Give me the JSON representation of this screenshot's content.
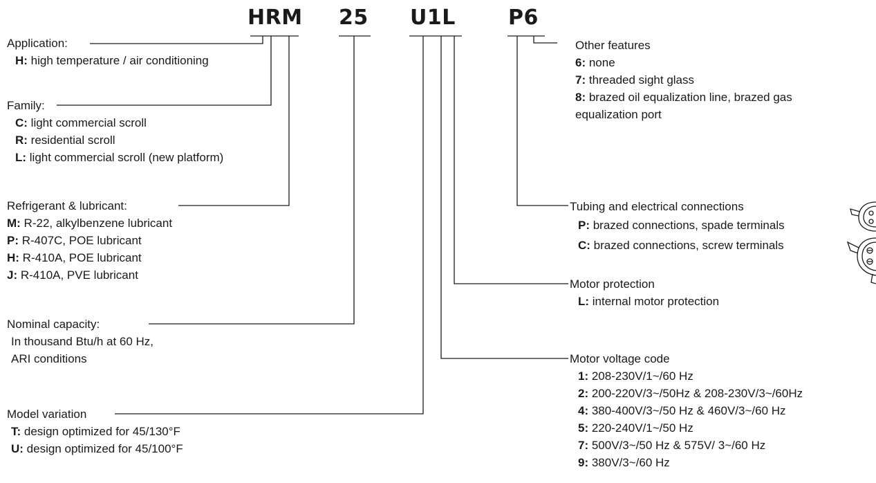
{
  "model_code": {
    "part1": "HRM",
    "part2": "25",
    "part3": "U1L",
    "part4": "P6"
  },
  "application": {
    "heading": "Application:",
    "items": [
      {
        "code": "H:",
        "text": " high temperature / air conditioning"
      }
    ]
  },
  "family": {
    "heading": "Family:",
    "items": [
      {
        "code": "C:",
        "text": " light commercial scroll"
      },
      {
        "code": "R:",
        "text": " residential scroll"
      },
      {
        "code": "L:",
        "text": " light commercial scroll (new platform)"
      }
    ]
  },
  "refrigerant": {
    "heading": "Refrigerant & lubricant:",
    "items": [
      {
        "code": "M:",
        "text": " R-22,  alkylbenzene lubricant"
      },
      {
        "code": "P:",
        "text": " R-407C, POE lubricant"
      },
      {
        "code": "H:",
        "text": " R-410A, POE lubricant"
      },
      {
        "code": "J:",
        "text": " R-410A, PVE lubricant"
      }
    ]
  },
  "capacity": {
    "heading": "Nominal capacity:",
    "lines": [
      "In thousand Btu/h at 60 Hz,",
      "ARI conditions"
    ]
  },
  "model_variation": {
    "heading": "Model variation",
    "items": [
      {
        "code": "T:",
        "text": " design optimized for 45/130°F"
      },
      {
        "code": "U:",
        "text": " design optimized for 45/100°F"
      }
    ]
  },
  "other_features": {
    "heading": "Other features",
    "items": [
      {
        "code": "6:",
        "text": " none"
      },
      {
        "code": "7:",
        "text": " threaded sight glass"
      },
      {
        "code": "8:",
        "text": " brazed oil equalization line, brazed gas"
      }
    ],
    "continuation": "equalization port"
  },
  "tubing": {
    "heading": "Tubing and electrical connections",
    "items": [
      {
        "code": "P:",
        "text": " brazed connections, spade terminals"
      },
      {
        "code": "C:",
        "text": " brazed connections, screw terminals"
      }
    ]
  },
  "motor_protection": {
    "heading": "Motor protection",
    "items": [
      {
        "code": "L:",
        "text": " internal motor protection"
      }
    ]
  },
  "motor_voltage": {
    "heading": "Motor voltage code",
    "items": [
      {
        "code": "1:",
        "text": " 208-230V/1~/60 Hz"
      },
      {
        "code": "2:",
        "text": " 200-220V/3~/50Hz & 208-230V/3~/60Hz"
      },
      {
        "code": "4:",
        "text": " 380-400V/3~/50 Hz & 460V/3~/60 Hz"
      },
      {
        "code": "5:",
        "text": " 220-240V/1~/50 Hz"
      },
      {
        "code": "7:",
        "text": " 500V/3~/50 Hz & 575V/ 3~/60 Hz"
      },
      {
        "code": "9:",
        "text": " 380V/3~/60 Hz"
      }
    ]
  }
}
